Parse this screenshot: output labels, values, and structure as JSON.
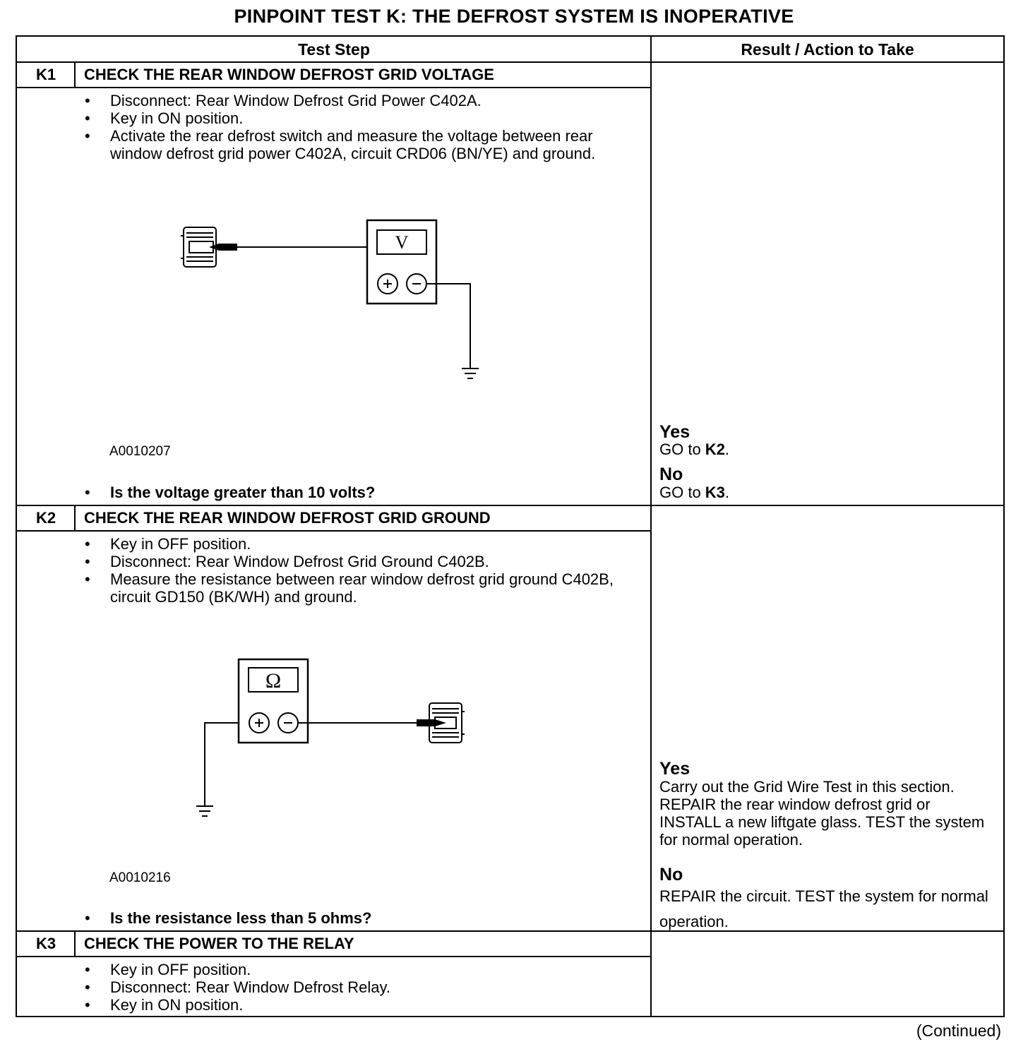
{
  "title": "PINPOINT TEST  K: THE DEFROST SYSTEM IS INOPERATIVE",
  "columns": {
    "step": "Test Step",
    "result": "Result / Action to Take"
  },
  "steps": [
    {
      "id": "K1",
      "title": "CHECK THE REAR WINDOW DEFROST GRID VOLTAGE",
      "bullets": [
        "Disconnect: Rear Window Defrost Grid Power C402A.",
        "Key in ON position.",
        "Activate the rear defrost switch and measure the voltage between rear window defrost grid power C402A, circuit CRD06 (BN/YE) and ground."
      ],
      "meter_symbol": "V",
      "figure_id": "A0010207",
      "question": "Is the voltage greater than 10 volts?",
      "yes_label": "Yes",
      "yes_prefix": "GO to ",
      "yes_target": "K2",
      "no_label": "No",
      "no_prefix": "GO to ",
      "no_target": "K3"
    },
    {
      "id": "K2",
      "title": "CHECK THE REAR WINDOW DEFROST GRID GROUND",
      "bullets": [
        "Key in OFF position.",
        "Disconnect: Rear Window Defrost Grid Ground C402B.",
        "Measure the resistance between rear window defrost grid ground C402B, circuit GD150 (BK/WH) and ground."
      ],
      "meter_symbol": "Ω",
      "figure_id": "A0010216",
      "question": "Is the resistance less than 5 ohms?",
      "yes_label": "Yes",
      "yes_text": "Carry out the Grid Wire Test in this section. REPAIR the rear window defrost grid or INSTALL a new liftgate glass. TEST the system for normal operation.",
      "no_label": "No",
      "no_text": "REPAIR the circuit. TEST the system for normal operation."
    },
    {
      "id": "K3",
      "title": "CHECK THE POWER TO THE RELAY",
      "bullets": [
        "Key in OFF position.",
        "Disconnect: Rear Window Defrost Relay.",
        "Key in ON position."
      ]
    }
  ],
  "continued": "(Continued)"
}
